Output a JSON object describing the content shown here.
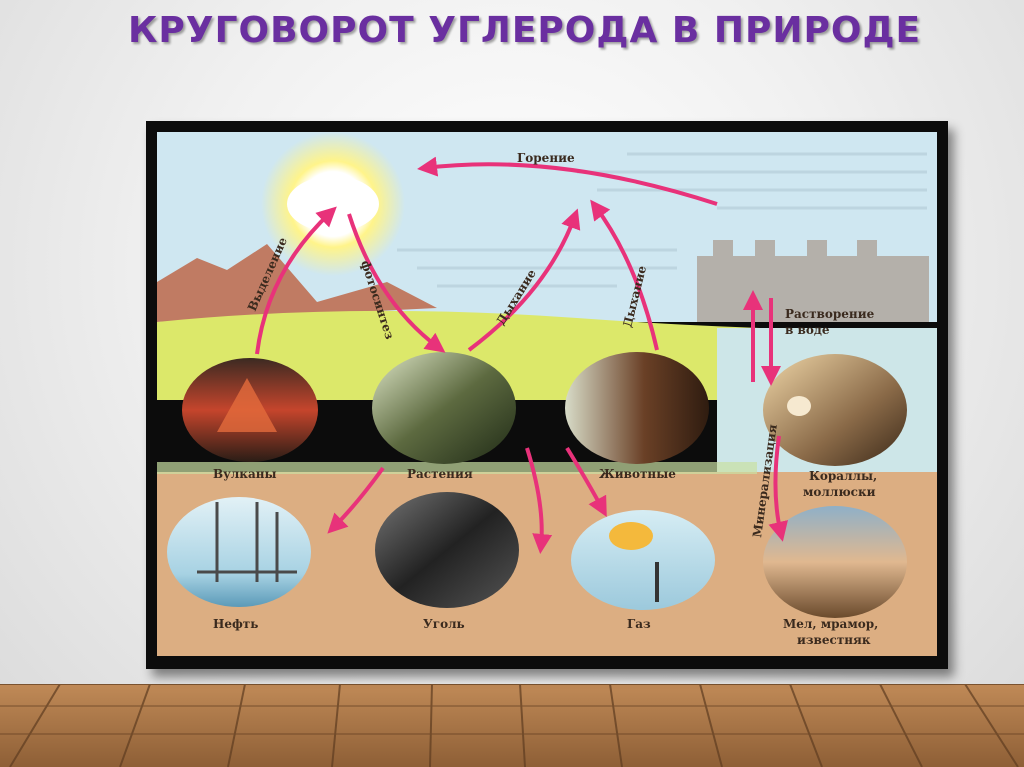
{
  "slide": {
    "title": "КРУГОВОРОТ УГЛЕРОДА В ПРИРОДЕ"
  },
  "diagram": {
    "processes": {
      "combustion": "Горение",
      "release": "Выделение",
      "photosynthesis": "фотосинтез",
      "respiration_plants": "Дыхание",
      "respiration_animals": "Дыхание",
      "dissolution_line1": "Растворение",
      "dissolution_line2": "в воде",
      "mineralization": "Минерализация"
    },
    "nodes": {
      "volcanoes": "Вулканы",
      "plants": "Растения",
      "animals": "Животные",
      "corals_line1": "Кораллы,",
      "corals_line2": "моллюски",
      "oil": "Нефть",
      "coal": "Уголь",
      "gas": "Газ",
      "chalk_line1": "Мел, мрамор,",
      "chalk_line2": "известняк"
    },
    "colors": {
      "arrow": "#e8327a",
      "sky": "#cfe7f1",
      "grass": "#dce86a",
      "water": "#cde6e8",
      "soil": "#dcae82",
      "title": "#6a2fa0"
    }
  }
}
